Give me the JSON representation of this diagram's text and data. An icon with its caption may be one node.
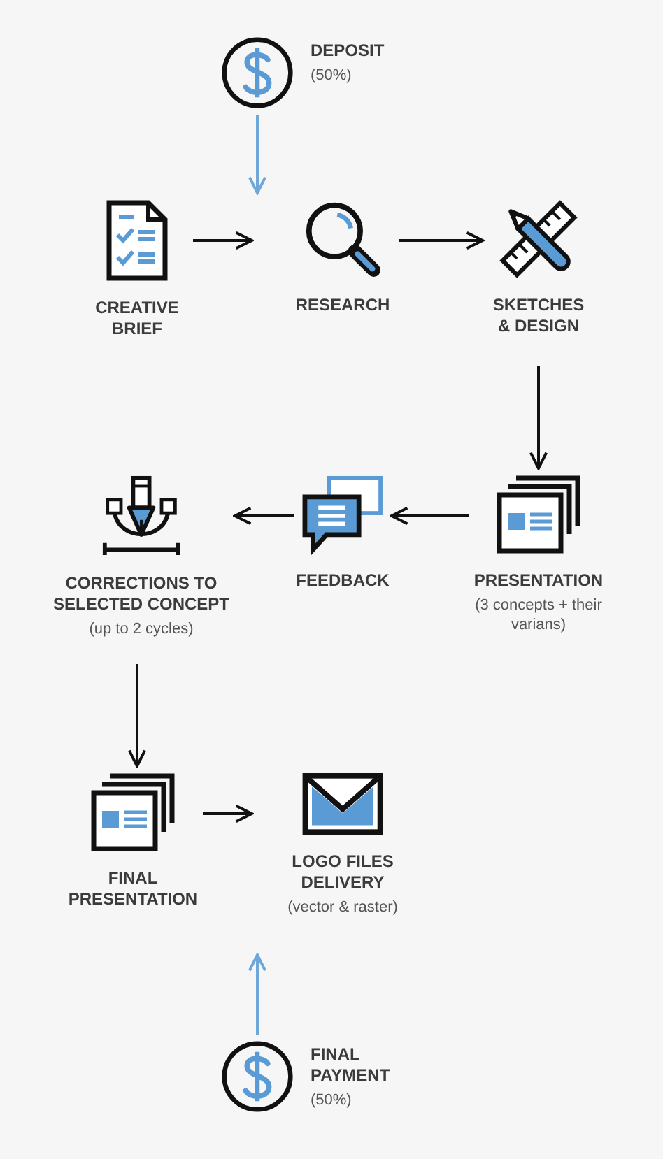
{
  "diagram": {
    "nodes": [
      {
        "text": [
          "DEPOSIT",
          "(50%)"
        ]
      },
      {
        "text": [
          "CREATIVE BRIEF"
        ]
      },
      {
        "text": [
          "RESEARCH"
        ]
      },
      {
        "text": [
          "SKETCHES & DESIGN"
        ]
      },
      {
        "text": [
          "PRESENTATION",
          "(3 concepts + their varians)"
        ]
      },
      {
        "text": [
          "FEEDBACK"
        ]
      },
      {
        "text": [
          "CORRECTIONS TO SELECTED CONCEPT",
          "(up to 2 cycles)"
        ]
      },
      {
        "text": [
          "FINAL PRESENTATION"
        ]
      },
      {
        "text": [
          "LOGO FILES DELIVERY",
          "(vector & raster)"
        ]
      },
      {
        "text": [
          "FINAL PAYMENT",
          "(50%)"
        ]
      }
    ],
    "edges": [
      {
        "from": 0,
        "to": 2,
        "arrow": "to",
        "color": "#6fa8d8"
      },
      {
        "from": 1,
        "to": 2,
        "arrow": "to"
      },
      {
        "from": 2,
        "to": 3,
        "arrow": "to"
      },
      {
        "from": 3,
        "to": 4,
        "arrow": "to"
      },
      {
        "from": 4,
        "to": 5,
        "arrow": "to"
      },
      {
        "from": 5,
        "to": 6,
        "arrow": "to"
      },
      {
        "from": 6,
        "to": 7,
        "arrow": "to"
      },
      {
        "from": 7,
        "to": 8,
        "arrow": "to"
      },
      {
        "from": 9,
        "to": 8,
        "arrow": "to",
        "color": "#6fa8d8"
      }
    ]
  }
}
